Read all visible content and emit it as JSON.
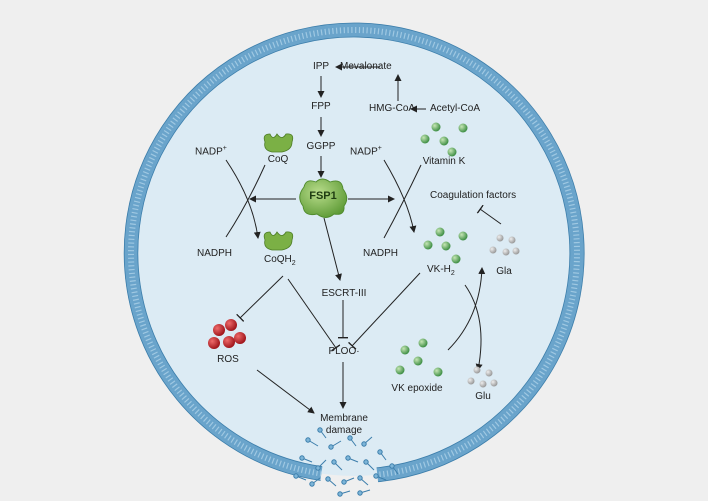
{
  "labels": {
    "ipp": "IPP",
    "mevalonate": "Mevalonate",
    "fpp": "FPP",
    "hmg_coa": "HMG-CoA",
    "acetyl_coa": "Acetyl-CoA",
    "ggpp": "GGPP",
    "nadp_left": "NADP",
    "nadp_right": "NADP",
    "plus": "+",
    "coq": "CoQ",
    "vitamin_k": "Vitamin K",
    "fsp1": "FSP1",
    "coagulation_factors": "Coagulation factors",
    "nadph_left": "NADPH",
    "nadph_right": "NADPH",
    "coqh": "CoQH",
    "two": "2",
    "vk_h": "VK-H",
    "gla": "Gla",
    "escrt": "ESCRT-III",
    "ros": "ROS",
    "plooh": "PLOO·",
    "vk_epoxide": "VK epoxide",
    "glu": "Glu",
    "membrane": "Membrane",
    "damage": "damage"
  },
  "colors": {
    "background": "#efefef",
    "cell_interior": "#dcebf4",
    "membrane_blue": "#6aa4cb",
    "membrane_outline": "#3c7eab",
    "protein_green": "#7bb045",
    "vitamin_green": "#6db56d",
    "ros_red": "#c8232b",
    "gray_particle": "#b5b5b5"
  }
}
